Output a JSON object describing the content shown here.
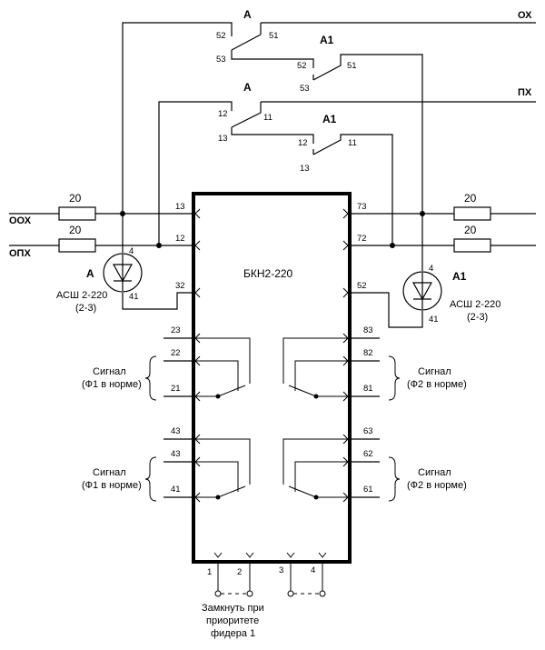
{
  "bus_labels": {
    "ox": "ОХ",
    "px": "ПХ",
    "oox": "ООХ",
    "opx": "ОПХ"
  },
  "relay_A_top": {
    "name": "А",
    "pins": [
      "52",
      "51",
      "53"
    ]
  },
  "relay_A1_top": {
    "name": "А1",
    "pins": [
      "52",
      "51",
      "53"
    ]
  },
  "relay_A_mid": {
    "name": "А",
    "pins": [
      "12",
      "11",
      "13"
    ]
  },
  "relay_A1_mid": {
    "name": "А1",
    "pins": [
      "12",
      "11",
      "13"
    ]
  },
  "fuses": [
    "20",
    "20",
    "20",
    "20"
  ],
  "left_sensor": {
    "name": "А",
    "model": "АСШ 2-220",
    "variant": "(2-3)",
    "pin_top": "4",
    "pin_bottom": "41"
  },
  "right_sensor": {
    "name": "А1",
    "model": "АСШ 2-220",
    "variant": "(2-3)",
    "pin_top": "4",
    "pin_bottom": "41"
  },
  "block": {
    "title": "БКН2-220"
  },
  "left_pins": [
    "13",
    "12",
    "32",
    "23",
    "22",
    "21",
    "43",
    "43",
    "41"
  ],
  "right_pins": [
    "73",
    "72",
    "52",
    "83",
    "82",
    "81",
    "63",
    "62",
    "61"
  ],
  "bottom_pins": [
    "1",
    "2",
    "3",
    "4"
  ],
  "signals": {
    "left_top": {
      "line1": "Сигнал",
      "line2": "(Ф1 в норме)"
    },
    "right_top": {
      "line1": "Сигнал",
      "line2": "(Ф2 в норме)"
    },
    "left_bottom": {
      "line1": "Сигнал",
      "line2": "(Ф1 в норме)"
    },
    "right_bottom": {
      "line1": "Сигнал",
      "line2": "(Ф2 в норме)"
    }
  },
  "note": {
    "line1": "Замкнуть при",
    "line2": "приоритете",
    "line3": "фидера 1"
  }
}
